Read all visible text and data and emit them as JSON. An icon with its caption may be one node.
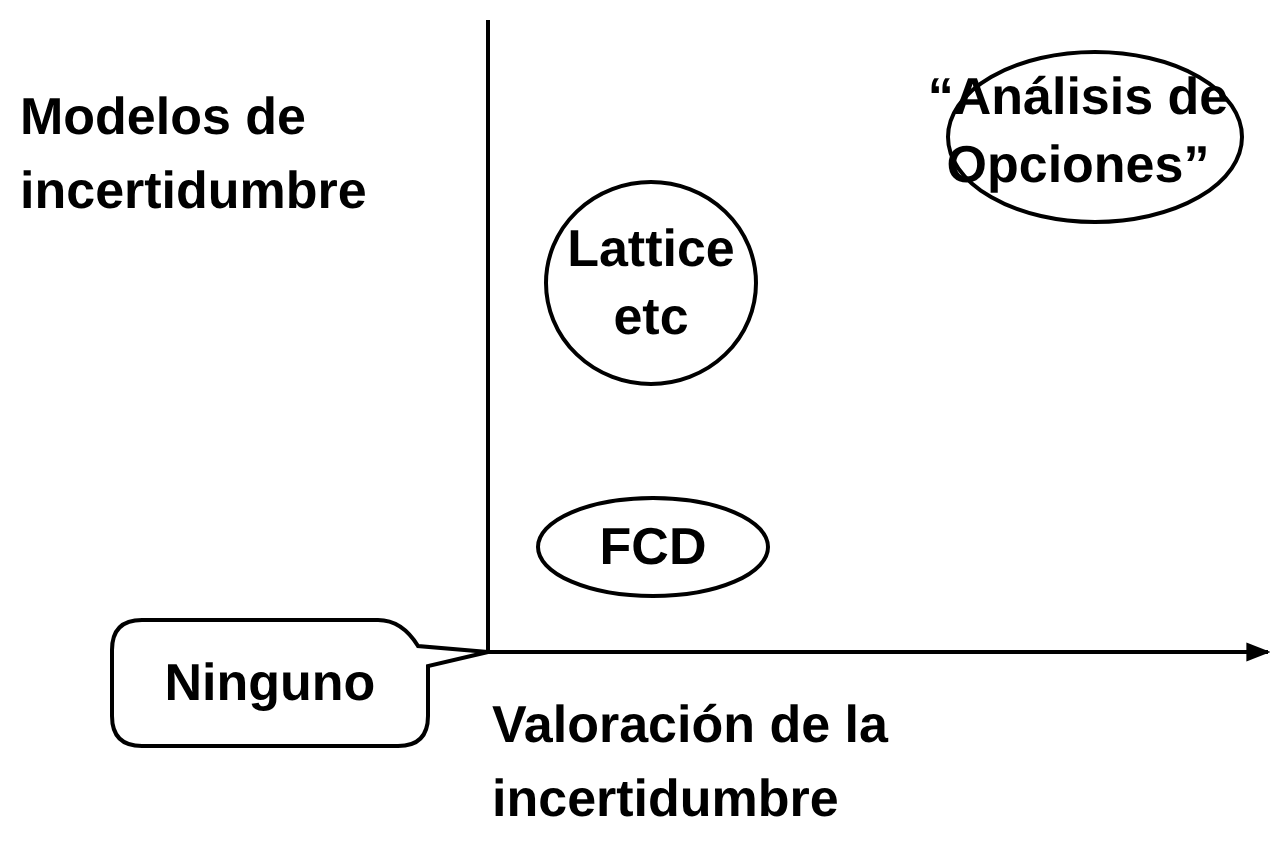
{
  "diagram": {
    "nodes": [
      {
        "text": [
          "Lattice etc"
        ]
      },
      {
        "text": [
          "“Análisis de Opciones”"
        ]
      },
      {
        "text": [
          "FCD"
        ]
      },
      {
        "text": [
          "Ninguno"
        ]
      }
    ],
    "labels": [
      "Modelos de incertidumbre",
      "Valoración de la incertidumbre"
    ]
  }
}
